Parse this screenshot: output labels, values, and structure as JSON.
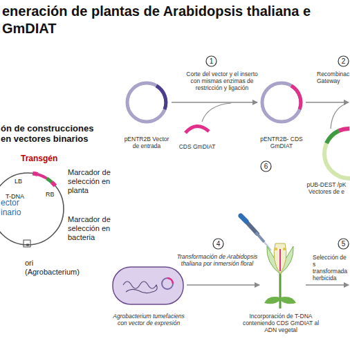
{
  "diagram": {
    "title": "eneración de plantas de Arabidopsis thaliana e GmDIAT",
    "nodes": [
      {
        "text": [
          "ector inario"
        ]
      },
      {
        "text": [
          "1"
        ]
      },
      {
        "text": [
          "2"
        ]
      },
      {
        "text": [
          "6"
        ]
      },
      {
        "text": [
          "4"
        ]
      },
      {
        "text": [
          "5"
        ]
      }
    ],
    "labels": [
      "ón de construcciones en vectores binarios",
      "Transgén",
      "LB",
      "T-DNA",
      "RB",
      "Marcador de selección en planta",
      "Marcador de selección en bacteria",
      "ori (Agrobacterium)",
      "Corte del vector y el inserto con mismas enzimas de restricción y ligación",
      "pENTR2B Vector de entrada",
      "CDS GmDIAT",
      "pENTR2B- CDS GmDIAT",
      "Recombinac Gateway",
      "pUB-DEST /pK Vectores de e",
      "Transformación de Arabidopsis thaliana por inmersión floral",
      "Agrobacterium tumefaciens con vector de expresión",
      "Incorporación de T-DNA conteniendo CDS GmDIAT al ADN vegetal",
      "Selección de s transformada herbicida"
    ]
  }
}
